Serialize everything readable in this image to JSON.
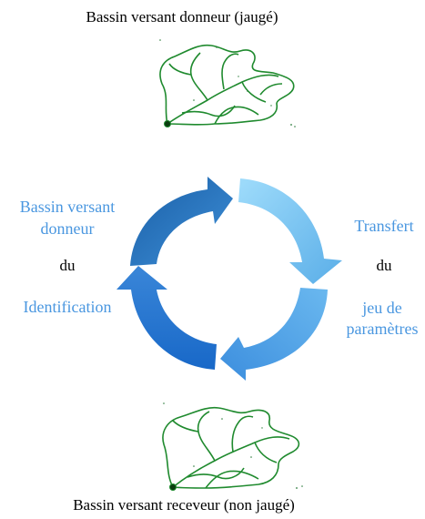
{
  "top_label": "Bassin versant donneur (jaugé)",
  "bottom_label": "Bassin versant receveur (non jaugé)",
  "left": {
    "line1": "Bassin versant",
    "line2": "donneur",
    "connector": "du",
    "action": "Identification"
  },
  "right": {
    "action": "Transfert",
    "connector": "du",
    "line1": "jeu de",
    "line2": "paramètres"
  },
  "colors": {
    "text_accent": "#4a97e0",
    "arrow_dark": "#1f6bb5",
    "arrow_light": "#8ecdf4",
    "basin_outline": "#1f8a2e"
  }
}
